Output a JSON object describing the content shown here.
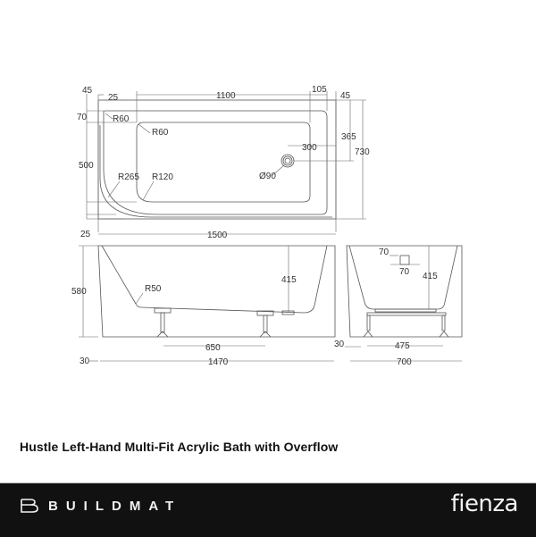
{
  "product": {
    "title": "Hustle Left-Hand Multi-Fit Acrylic Bath with Overflow"
  },
  "top_view": {
    "dims": {
      "left_margin": "45",
      "rim_inset": "25",
      "basin_length": "1100",
      "right_rim": "105",
      "right_margin": "45",
      "top_rim": "70",
      "corner_radius_outer": "R60",
      "corner_radius_inner": "R60",
      "basin_width": "500",
      "large_radius": "R265",
      "basin_radius": "R120",
      "waste_offset": "300",
      "waste_diameter": "Ø90",
      "waste_from_edge": "365",
      "overall_width": "730",
      "bottom_margin": "25",
      "overall_length": "1500"
    }
  },
  "side_view": {
    "dims": {
      "overall_height": "580",
      "radius": "R50",
      "depth": "415",
      "leg_spacing": "650",
      "foot_offset": "30",
      "base_length": "1470"
    }
  },
  "end_view": {
    "dims": {
      "overflow_height": "70",
      "overflow_width": "70",
      "depth": "415",
      "foot_offset": "30",
      "leg_spacing": "475",
      "overall_width": "700"
    }
  },
  "footer": {
    "left_brand": "BUILDMAT",
    "right_brand": "fienza",
    "left_logo_icon": "buildmat-b-logo",
    "background": "#111111"
  }
}
